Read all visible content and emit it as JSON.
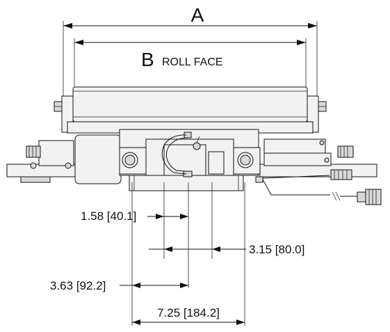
{
  "labels": {
    "a": "A",
    "b": "B",
    "roll_face": "ROLL FACE"
  },
  "dimensions": {
    "d1": "1.58 [40.1]",
    "d2": "3.15 [80.0]",
    "d3": "3.63 [92.2]",
    "d4": "7.25 [184.2]"
  }
}
